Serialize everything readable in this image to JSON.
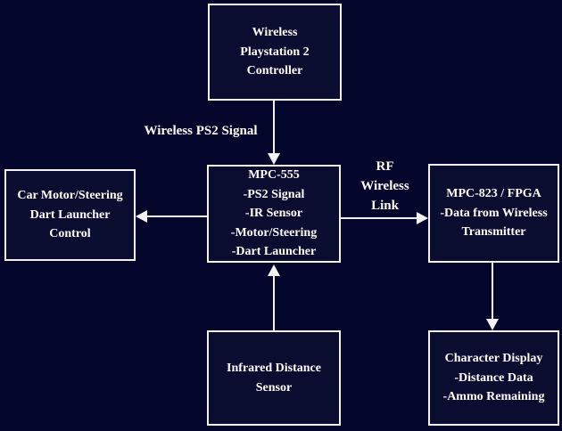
{
  "colors": {
    "background": "#04052a",
    "box_fill": "#0a0c30",
    "border": "#f2f2f2",
    "text": "#ffffff"
  },
  "boxes": {
    "controller": {
      "lines": [
        "Wireless",
        "Playstation 2",
        "Controller"
      ]
    },
    "mpc555": {
      "lines": [
        "MPC-555",
        "-PS2 Signal",
        "-IR Sensor",
        "-Motor/Steering",
        "-Dart Launcher"
      ]
    },
    "car_control": {
      "lines": [
        "Car Motor/Steering",
        "Dart Launcher",
        "Control"
      ]
    },
    "mpc823": {
      "lines": [
        "MPC-823 / FPGA",
        "-Data from Wireless",
        "Transmitter"
      ]
    },
    "ir_sensor": {
      "lines": [
        "Infrared Distance",
        "Sensor"
      ]
    },
    "display": {
      "lines": [
        "Character Display",
        "-Distance Data",
        "-Ammo Remaining"
      ]
    }
  },
  "labels": {
    "ps2_signal": "Wireless PS2 Signal",
    "rf_link": {
      "lines": [
        "RF",
        "Wireless",
        "Link"
      ]
    }
  }
}
